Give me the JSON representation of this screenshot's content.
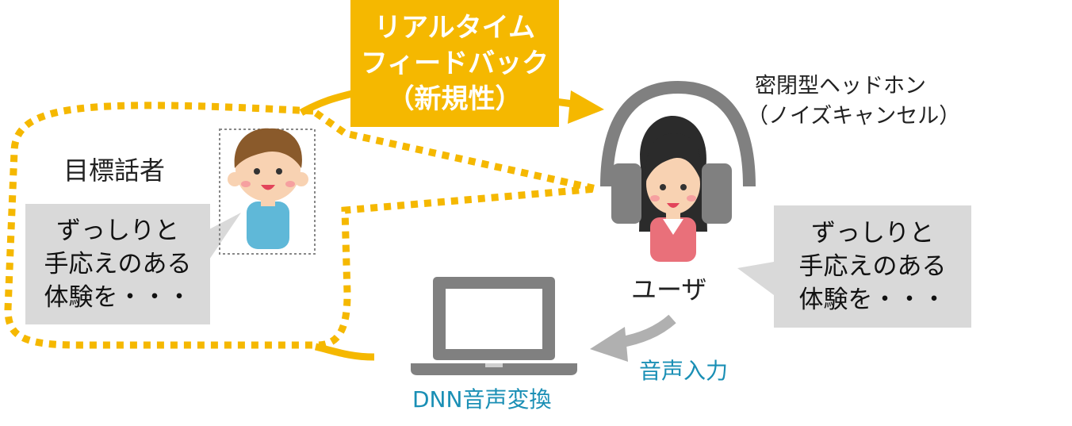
{
  "colors": {
    "accent_yellow": "#f5b800",
    "speech_gray": "#d9d9d9",
    "device_gray": "#808080",
    "arrow_gray": "#b0b0b0",
    "label_blue": "#1a8fb5",
    "text_dark": "#222222"
  },
  "feedback": {
    "text": "リアルタイム\nフィードバック\n（新規性）"
  },
  "target_speaker": {
    "label": "目標話者",
    "icon": "boy-avatar-icon",
    "speech": "ずっしりと\n手応えのある\n体験を・・・"
  },
  "headphones": {
    "label_line1": "密閉型ヘッドホン",
    "label_line2": "（ノイズキャンセル）",
    "icon": "headphones-icon"
  },
  "user": {
    "label": "ユーザ",
    "icon": "girl-avatar-icon",
    "speech": "ずっしりと\n手応えのある\n体験を・・・"
  },
  "voice_input": {
    "label": "音声入力"
  },
  "converter": {
    "label": "DNN音声変換",
    "icon": "laptop-icon"
  }
}
